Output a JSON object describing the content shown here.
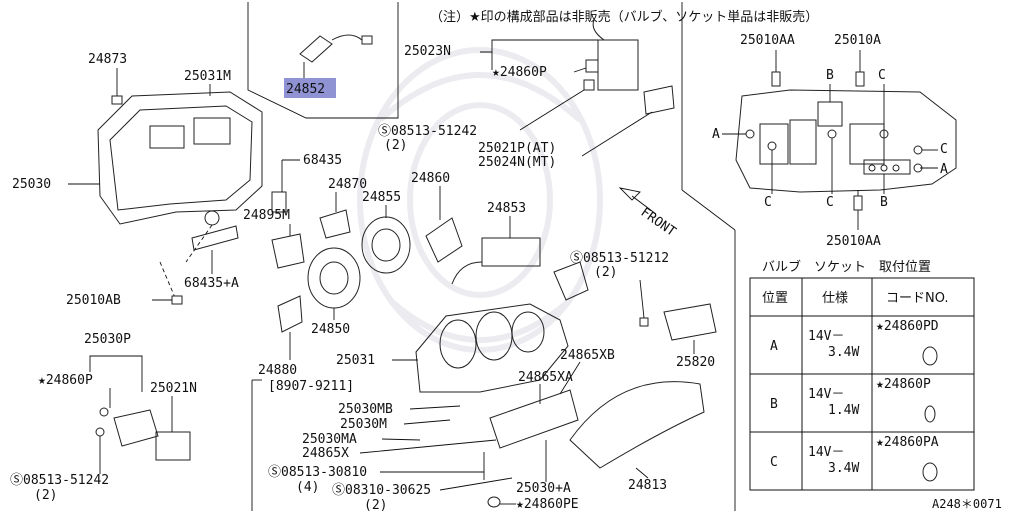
{
  "note": "（注）★印の構成部品は非販売（バルブ、ソケット単品は非販売）",
  "front_label": "FRONT",
  "figure_code": "A248＊0071",
  "highlight_part": "24852",
  "parts": {
    "p24873": "24873",
    "p25031M": "25031M",
    "p25030": "25030",
    "p68435": "68435",
    "p24870": "24870",
    "p24855": "24855",
    "p24860": "24860",
    "p24895M": "24895M",
    "p24853": "24853",
    "p68435A": "68435+A",
    "p25010AB": "25010AB",
    "p24850": "24850",
    "p24880": "24880",
    "p25031": "25031",
    "p25030P": "25030P",
    "p24860P_left": "★24860P",
    "p25021N": "25021N",
    "p08513_51242_left": "Ⓢ08513-51242",
    "p08513_51242_left_qty": "(2)",
    "p25023N": "25023N",
    "p24860P_top": "★24860P",
    "p08513_51242_top": "Ⓢ08513-51242",
    "p08513_51242_top_qty": "(2)",
    "p25021P": "25021P(AT)",
    "p25024N": "25024N(MT)",
    "p08513_51212": "Ⓢ08513-51212",
    "p08513_51212_qty": "(2)",
    "p25820": "25820",
    "p24865XB": "24865XB",
    "p24865XA": "24865XA",
    "p8907": "[8907-9211]",
    "p25030MB": "25030MB",
    "p25030M": "25030M",
    "p25030MA": "25030MA",
    "p24865X": "24865X",
    "p08513_30810": "Ⓢ08513-30810",
    "p08513_30810_qty": "(4)",
    "p08310_30625": "Ⓢ08310-30625",
    "p08310_30625_qty": "(2)",
    "p25030A": "25030+A",
    "p24813": "24813",
    "p24860PE": "★24860PE",
    "p25010AA_top": "25010AA",
    "p25010A": "25010A",
    "p25010AA_bottom": "25010AA"
  },
  "bulb_positions": {
    "A": "A",
    "B": "B",
    "C": "C"
  },
  "bulb_table": {
    "title": "バルブ　ソケット　取付位置",
    "headers": [
      "位置",
      "仕様",
      "コードNO."
    ],
    "rows": [
      {
        "pos": "A",
        "spec1": "14V－",
        "spec2": "3.4W",
        "code": "★24860PD"
      },
      {
        "pos": "B",
        "spec1": "14V－",
        "spec2": "1.4W",
        "code": "★24860P"
      },
      {
        "pos": "C",
        "spec1": "14V－",
        "spec2": "3.4W",
        "code": "★24860PA"
      }
    ]
  }
}
